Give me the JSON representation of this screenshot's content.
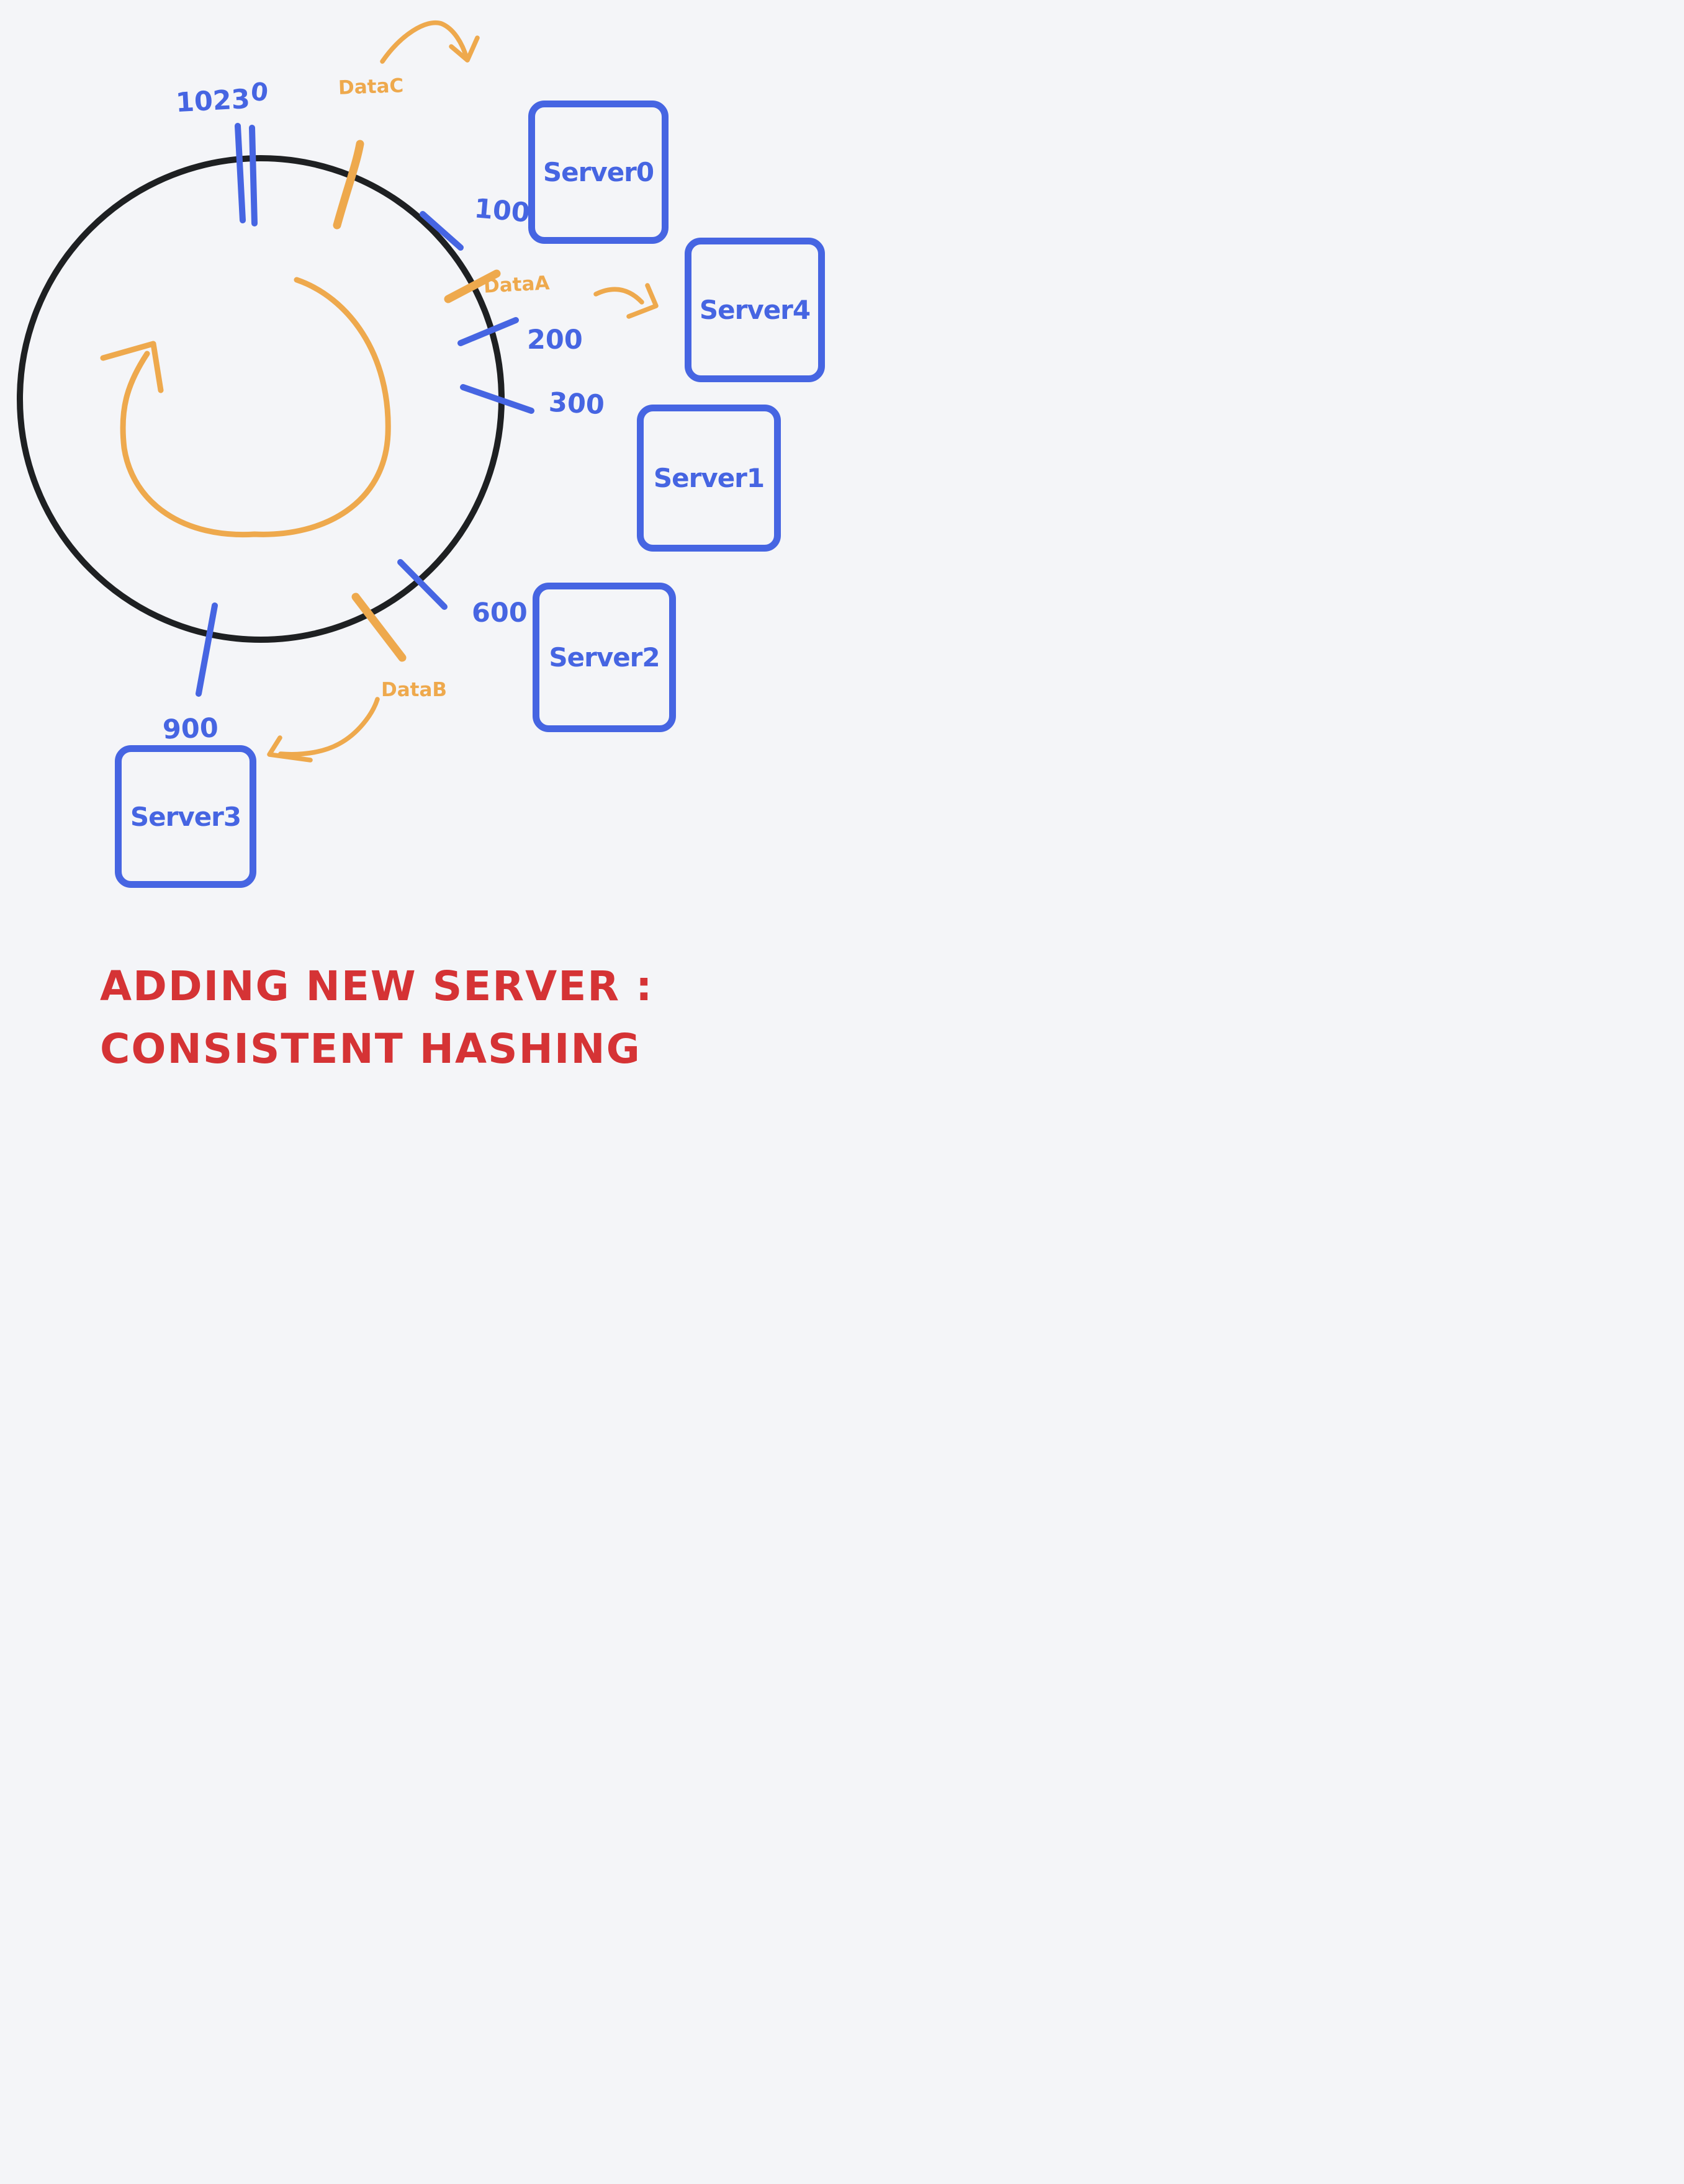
{
  "colors": {
    "blue": "#4665e2",
    "orange": "#eea94d",
    "red": "#d53335",
    "ink": "#1e2022",
    "bg": "#f4f5f8"
  },
  "ring": {
    "position_labels": [
      {
        "text": "1023"
      },
      {
        "text": "0"
      },
      {
        "text": "100"
      },
      {
        "text": "200"
      },
      {
        "text": "300"
      },
      {
        "text": "600"
      },
      {
        "text": "900"
      }
    ],
    "data_keys": [
      {
        "text": "DataC"
      },
      {
        "text": "DataA"
      },
      {
        "text": "DataB"
      }
    ]
  },
  "servers": [
    {
      "label": "Server0"
    },
    {
      "label": "Server4"
    },
    {
      "label": "Server1"
    },
    {
      "label": "Server2"
    },
    {
      "label": "Server3"
    }
  ],
  "title": {
    "line1": "ADDING NEW SERVER :",
    "line2": "CONSISTENT HASHING"
  }
}
